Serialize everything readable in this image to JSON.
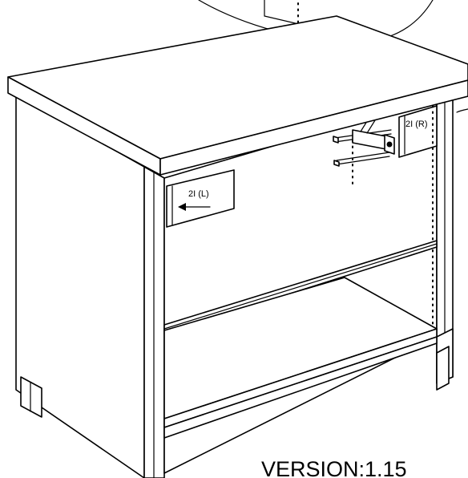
{
  "labels": {
    "bracket_left": "2I (L)",
    "bracket_right": "2I (R)",
    "version": "VERSION:1.15"
  }
}
